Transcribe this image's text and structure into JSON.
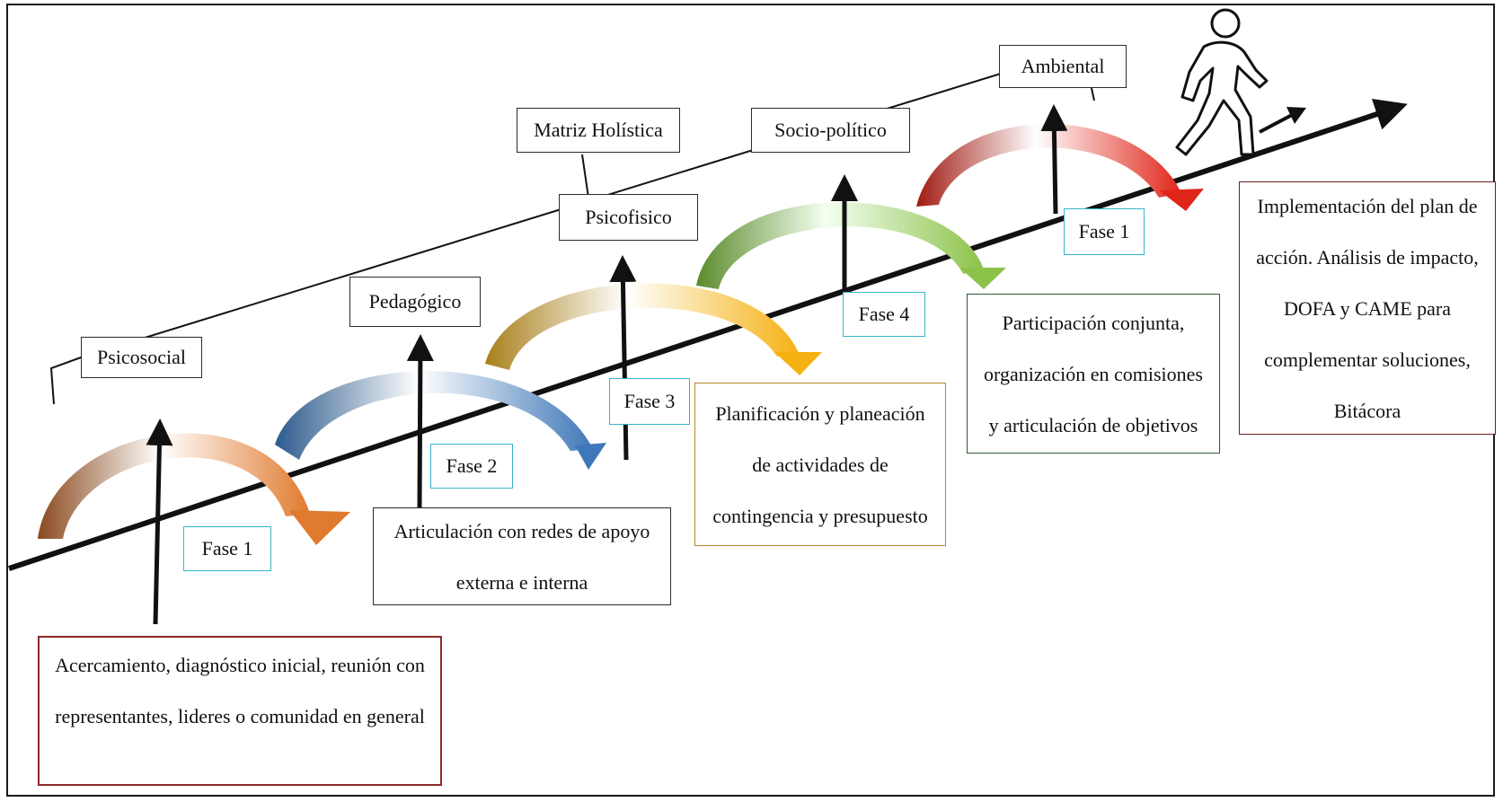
{
  "dimensions": {
    "psicosocial": "Psicosocial",
    "pedagogico": "Pedagógico",
    "matriz": "Matriz Holística",
    "psicofisico": "Psicofisico",
    "sociopolitico": "Socio-político",
    "ambiental": "Ambiental"
  },
  "phases": {
    "p1": "Fase 1",
    "p2": "Fase 2",
    "p3": "Fase 3",
    "p4": "Fase 4",
    "p5": "Fase 1"
  },
  "descriptions": {
    "d1": [
      "Acercamiento, diagnóstico inicial, reunión con",
      "representantes, lideres o comunidad en general"
    ],
    "d2": [
      "Articulación con redes de apoyo",
      "externa e interna"
    ],
    "d3": [
      "Planificación y planeación",
      "de actividades de",
      "contingencia y presupuesto"
    ],
    "d4": [
      "Participación conjunta,",
      "organización en comisiones",
      "y articulación de objetivos"
    ],
    "d5": [
      "Implementación del plan de",
      "acción. Análisis de impacto,",
      "DOFA y CAME para",
      "complementar soluciones,",
      "Bitácora"
    ]
  },
  "colors": {
    "arc1": "#c8793a",
    "arc2": "#3f6ea3",
    "arc3": "#e0a418",
    "arc4": "#7aaa3c",
    "arc5": "#c42a1d",
    "desc1_border": "#8b2a2a",
    "desc3_border": "#b8862b",
    "desc4_border": "#2f5a2f",
    "desc5_border": "#6b1f1f",
    "fase_border": "#36b6c6"
  },
  "icons": [
    "walking-person-icon",
    "arrow-right-icon"
  ]
}
